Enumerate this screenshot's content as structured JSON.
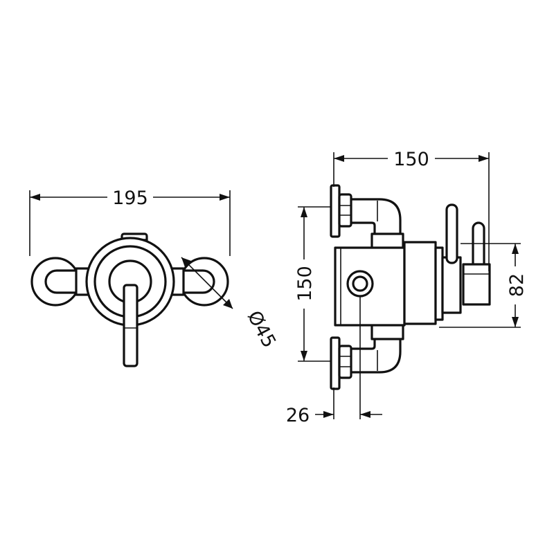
{
  "dimensions": {
    "front_width": "195",
    "dial_diameter": "Ø45",
    "side_width": "150",
    "side_height": "150",
    "side_depth": "82",
    "inlet_offset": "26"
  },
  "colors": {
    "line": "#111111",
    "background": "#ffffff"
  }
}
